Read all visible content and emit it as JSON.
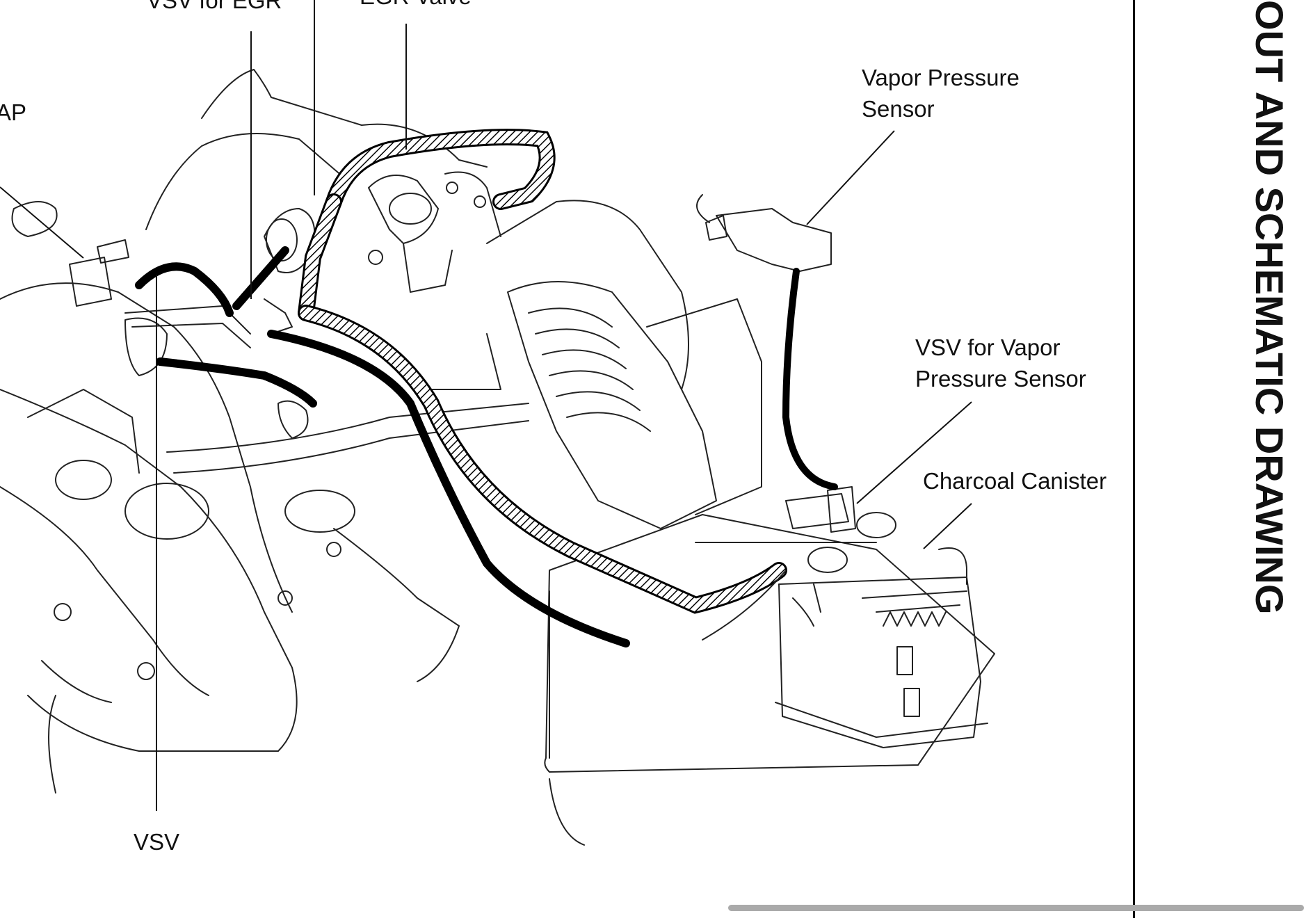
{
  "labels": {
    "vsv_for_egr": "VSV for EGR",
    "egr_valve": "EGR Valve",
    "map_partial": "AP",
    "vapor_pressure_sensor_line1": "Vapor Pressure",
    "vapor_pressure_sensor_line2": "Sensor",
    "vsv_vapor_line1": "VSV for Vapor",
    "vsv_vapor_line2": "Pressure Sensor",
    "charcoal_canister": "Charcoal Canister",
    "vsv": "VSV"
  },
  "side_title": "OUT AND SCHEMATIC DRAWING"
}
